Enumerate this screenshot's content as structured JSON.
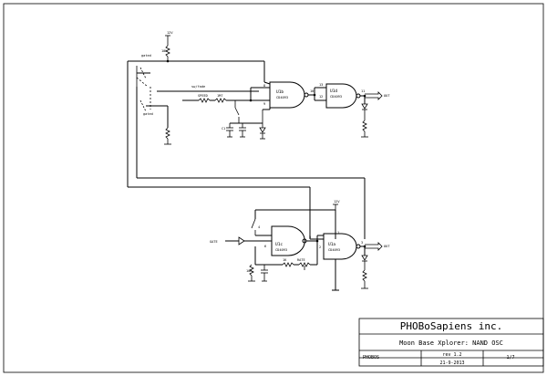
{
  "title_block": {
    "company": "PHOBoSapiens inc.",
    "title": "Moon Base Xplorer: NAND OSC",
    "id": "PHOBOS",
    "rev": "rev 1.2",
    "date": "21-9-2013",
    "sheet": "1/7"
  },
  "upper": {
    "vcc": "12V",
    "switch_gated": "gated",
    "switch_gated2": "gated",
    "switch_sw": "sw/fade",
    "gate1_ref": "U1b",
    "gate1_part": "CD4093",
    "gate2_ref": "U1d",
    "gate2_part": "CD4093",
    "out_label": "OUT",
    "pin13": "13",
    "pin12": "12",
    "pin11": "11",
    "pin10": "10",
    "pin9": "9",
    "pin8": "8",
    "r_speed": "SPEED",
    "r_1m": "1M7",
    "r_10k": "10K",
    "c_label": "C1"
  },
  "lower": {
    "vcc": "12V",
    "gate_in": "GATE",
    "gate1_ref": "U1c",
    "gate1_part": "CD4093",
    "gate2_ref": "U1a",
    "gate2_part": "CD4093",
    "out_label": "OUT",
    "r_rate": "RATE",
    "r_1k": "1K",
    "r_10k": "10K",
    "pin1": "1",
    "pin2": "2",
    "pin3": "3",
    "pin4": "4",
    "pin5": "5",
    "pin6": "6"
  },
  "icons": {
    "vcc": "vcc-arrow-icon",
    "ground": "ground-icon",
    "resistor": "resistor-icon",
    "capacitor": "capacitor-icon",
    "diode": "diode-icon",
    "nand": "nand-gate-icon",
    "switch": "switch-icon"
  }
}
